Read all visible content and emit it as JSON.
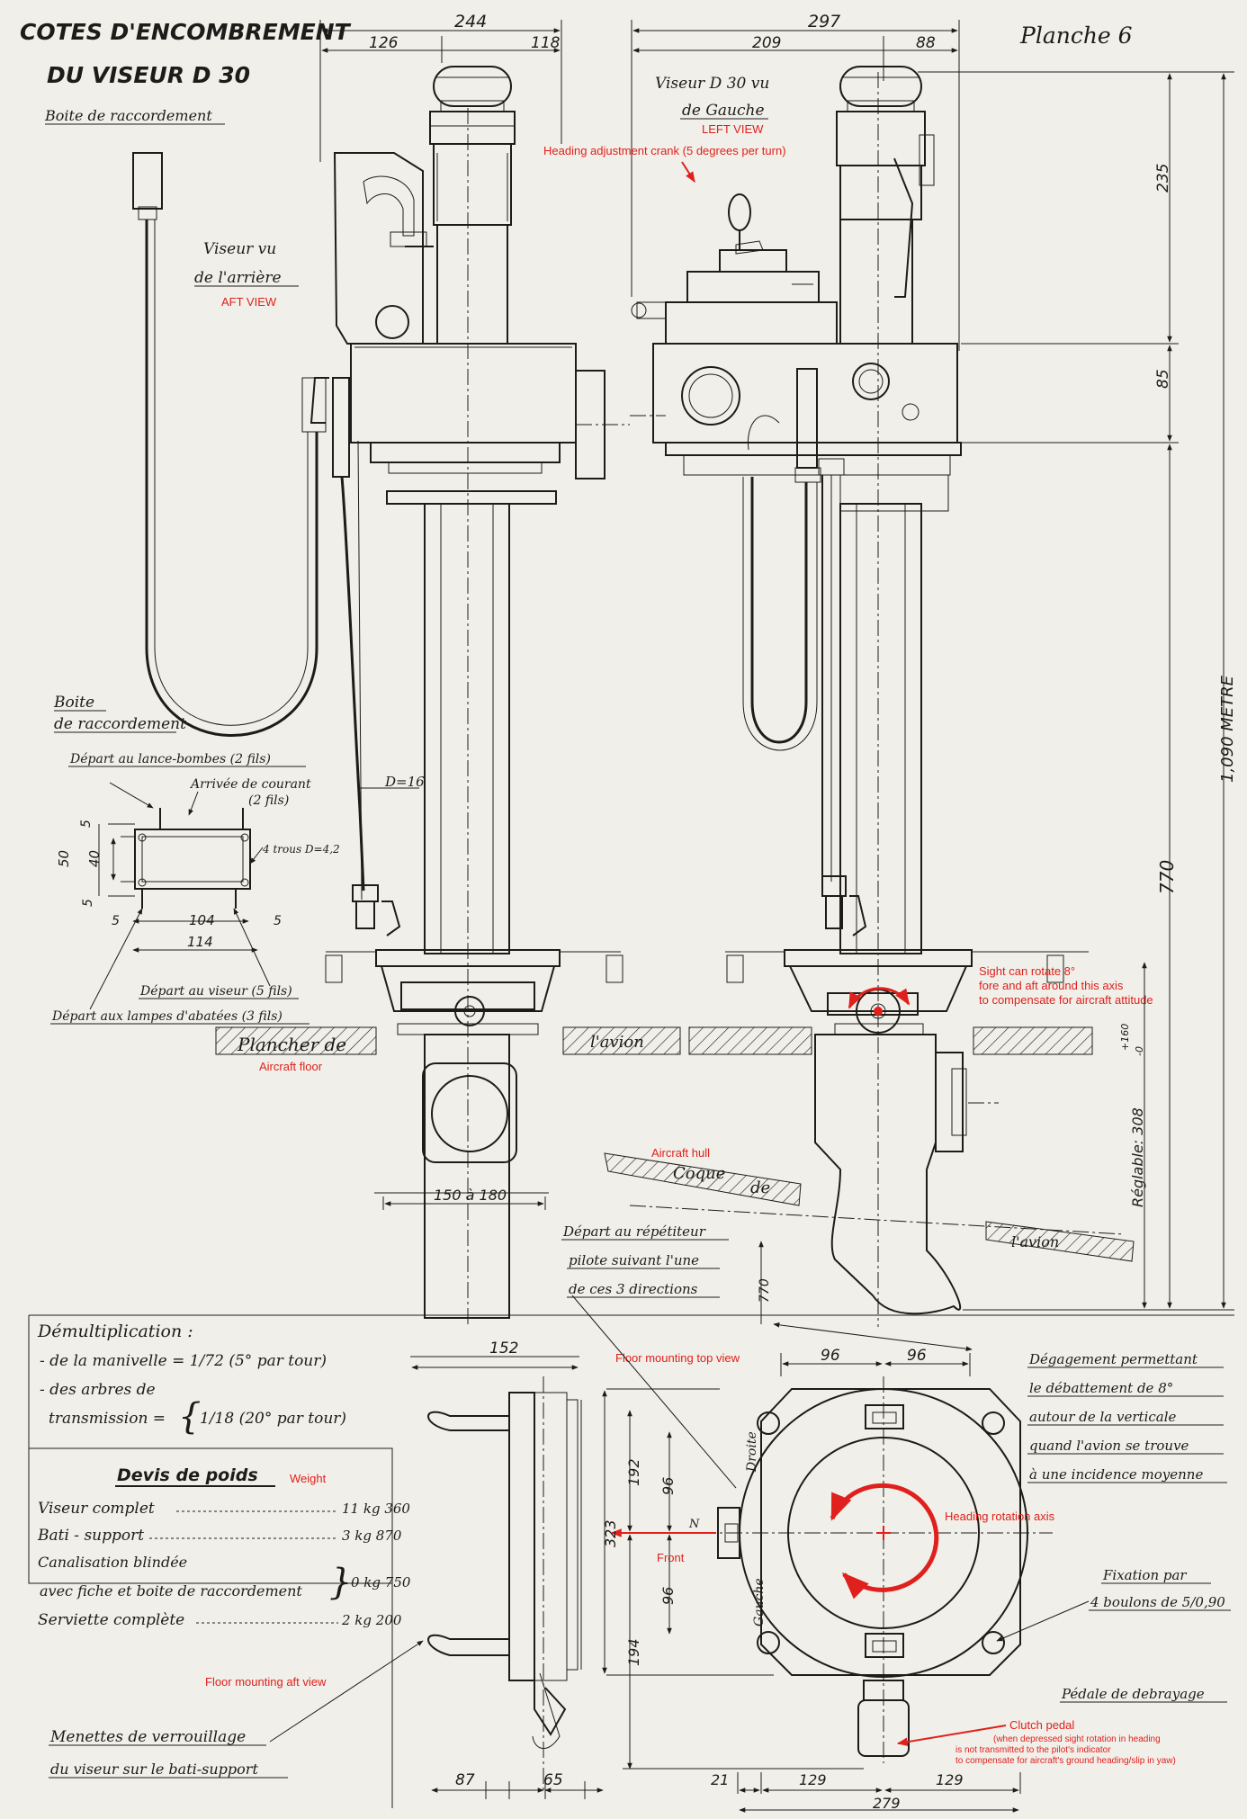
{
  "sheet": {
    "title_line1": "COTES D'ENCOMBREMENT",
    "title_line2": "DU VISEUR D 30",
    "plate": "Planche 6",
    "subtitle_box": "Boite de raccordement"
  },
  "views": {
    "aft_label_line1": "Viseur vu",
    "aft_label_line2": "de l'arrière",
    "aft_annotation": "AFT VIEW",
    "left_label_line1": "Viseur D 30 vu",
    "left_label_line2": "de Gauche",
    "left_annotation": "LEFT VIEW"
  },
  "annotations": {
    "crank": "Heading adjustment crank (5 degrees per turn)",
    "rotate_line1": "Sight can rotate 8°",
    "rotate_line2": "fore and aft around this axis",
    "rotate_line3": "to compensate for aircraft attitude",
    "floor": "Aircraft floor",
    "hull": "Aircraft hull",
    "floor_top": "Floor mounting top view",
    "weight": "Weight",
    "heading_axis": "Heading rotation axis",
    "front": "Front",
    "floor_aft": "Floor mounting aft view",
    "clutch": "Clutch pedal",
    "clutch_line1": "(when depressed sight rotation in heading",
    "clutch_line2": "is not transmitted to the pilot's indicator",
    "clutch_line3": "to compensate for aircraft's ground heading/slip in yaw)"
  },
  "box_detail": {
    "title_line1": "Boite",
    "title_line2": "de raccordement",
    "depart_bombes": "Départ au lance-bombes (2 fils)",
    "arrivee_line1": "Arrivée de courant",
    "arrivee_line2": "(2 fils)",
    "d16": "D=16",
    "trous": "4 trous D=4,2",
    "depart_viseur": "Départ au viseur (5 fils)",
    "depart_lampes": "Départ aux lampes d'abatées (3 fils)",
    "dims": {
      "d5a": "5",
      "d40": "40",
      "d50": "50",
      "d5b": "5",
      "d5c": "5",
      "d104": "104",
      "d5d": "5",
      "d114": "114"
    }
  },
  "plancher": {
    "left": "Plancher de",
    "right": "l'avion",
    "coque_line1": "Coque",
    "coque_line2": "de",
    "avion2": "l'avion"
  },
  "dimensions": {
    "d244": "244",
    "d126": "126",
    "d118": "118",
    "d297": "297",
    "d209": "209",
    "d88": "88",
    "d235": "235",
    "d85": "85",
    "d1090": "1,090 METRE",
    "d770": "770",
    "reglable": "Réglable: 308",
    "tol_top": "+160",
    "tol_bottom": "-0",
    "d770b": "770",
    "d150": "150 à 180",
    "d152": "152",
    "d96a": "96",
    "d96b": "96",
    "d96c": "96",
    "d192": "192",
    "d96d": "96",
    "d323": "323",
    "d194": "194",
    "d87": "87",
    "d65": "65",
    "d21": "21",
    "d129a": "129",
    "d129b": "129",
    "d279": "279"
  },
  "repetiteur": {
    "line1": "Départ au répétiteur",
    "line2": "pilote suivant l'une",
    "line3": "de ces 3 directions"
  },
  "demult": {
    "title": "Démultiplication :",
    "line1": "- de la manivelle = 1/72 (5° par tour)",
    "line2a": "- des arbres de",
    "line2b": "transmission =",
    "line2c": "1/18 (20° par tour)"
  },
  "weights": {
    "title": "Devis de poids",
    "rows": [
      {
        "label": "Viseur complet",
        "value": "11 kg 360"
      },
      {
        "label": "Bati - support",
        "value": "3 kg 870"
      },
      {
        "label": "Canalisation blindée",
        "value": ""
      },
      {
        "label": "avec fiche et boite de raccordement",
        "value": "0 kg 750"
      },
      {
        "label": "Serviette complète",
        "value": "2 kg 200"
      }
    ]
  },
  "right_notes": {
    "degagement_1": "Dégagement permettant",
    "degagement_2": "le débattement de 8°",
    "degagement_3": "autour de la verticale",
    "degagement_4": "quand l'avion se trouve",
    "degagement_5": "à une incidence moyenne",
    "fixation_1": "Fixation par",
    "fixation_2": "4 boulons de 5/0,90",
    "pedale": "Pédale de debrayage"
  },
  "plan_labels": {
    "droite": "Droite",
    "gauche": "Gauche",
    "n": "N"
  },
  "menettes": {
    "line1": "Menettes de verrouillage",
    "line2": "du viseur sur le bati-support"
  }
}
